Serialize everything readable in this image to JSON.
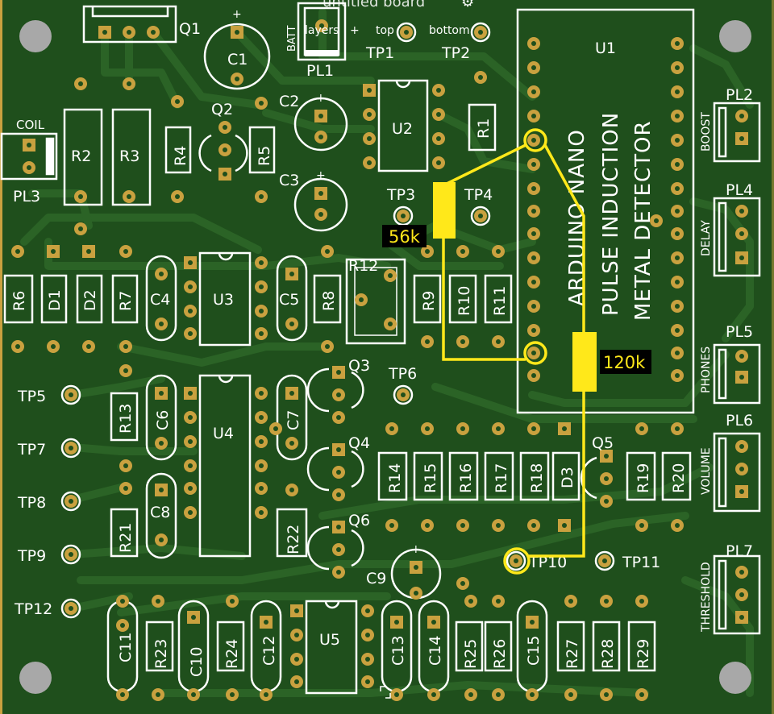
{
  "toolbar": {
    "title": "untitled board",
    "layers_label": "layers",
    "top_label": "top",
    "bottom_label": "bottom"
  },
  "colors": {
    "board": "#1f4f1c",
    "trace": "#2b6326",
    "silk": "#ffffff",
    "pad": "#c9a13f",
    "annotation": "#ffe81a"
  },
  "silkscreen": {
    "designators": {
      "Q1": "Q1",
      "C1": "C1",
      "BATT": "BATT",
      "PL1": "PL1",
      "TP1": "TP1",
      "TP2": "TP2",
      "U1": "U1",
      "PL2": "PL2",
      "BOOST": "BOOST",
      "COIL": "COIL",
      "R2": "R2",
      "R3": "R3",
      "R4": "R4",
      "Q2": "Q2",
      "R5": "R5",
      "C2": "C2",
      "U2": "U2",
      "R1": "R1",
      "PL3": "PL3",
      "C3": "C3",
      "TP3": "TP3",
      "TP4": "TP4",
      "PL4": "PL4",
      "DELAY": "DELAY",
      "R12": "R12",
      "R6": "R6",
      "D1": "D1",
      "D2": "D2",
      "R7": "R7",
      "C4": "C4",
      "U3": "U3",
      "C5": "C5",
      "R8": "R8",
      "R9": "R9",
      "R10": "R10",
      "R11": "R11",
      "PL5": "PL5",
      "PHONES": "PHONES",
      "Q3": "Q3",
      "TP6": "TP6",
      "TP5": "TP5",
      "R13": "R13",
      "C6": "C6",
      "U4": "U4",
      "C7": "C7",
      "PL6": "PL6",
      "TP7": "TP7",
      "Q4": "Q4",
      "R14": "R14",
      "R15": "R15",
      "R16": "R16",
      "R17": "R17",
      "R18": "R18",
      "D3": "D3",
      "Q5": "Q5",
      "R19": "R19",
      "R20": "R20",
      "VOLUME": "VOLUME",
      "TP8": "TP8",
      "C8": "C8",
      "R21": "R21",
      "R22": "R22",
      "Q6": "Q6",
      "TP9": "TP9",
      "C9": "C9",
      "TP10": "TP10",
      "TP11": "TP11",
      "PL7": "PL7",
      "THRESHOLD": "THRESHOLD",
      "TP12": "TP12",
      "C11": "C11",
      "R23": "R23",
      "C10": "C10",
      "R24": "R24",
      "C12": "C12",
      "U5": "U5",
      "C13": "C13",
      "C14": "C14",
      "R25": "R25",
      "R26": "R26",
      "C15": "C15",
      "R27": "R27",
      "R28": "R28",
      "R29": "R29"
    },
    "board_text": [
      "ARDUINO NANO",
      "PULSE INDUCTION",
      "METAL DETECTOR"
    ]
  },
  "annotations": {
    "r56k": "56k",
    "r120k": "120k"
  },
  "icons": {
    "settings": "gear-icon",
    "layers_plus": "plus-icon",
    "selection_cursor": "select-corner-icon"
  }
}
